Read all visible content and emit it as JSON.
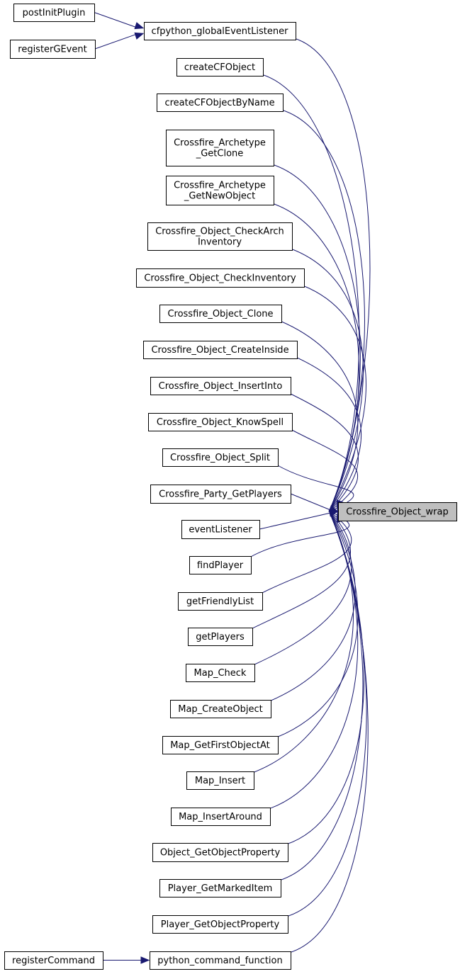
{
  "graph": {
    "edge_color": "#191970",
    "target_fill": "#bfbfbf",
    "nodes": [
      {
        "id": "target",
        "lines": [
          "Crossfire_Object_wrap"
        ],
        "kind": "target"
      },
      {
        "id": "cfpython_global",
        "lines": [
          "cfpython_globalEventListener"
        ]
      },
      {
        "id": "postInitPlugin",
        "lines": [
          "postInitPlugin"
        ]
      },
      {
        "id": "registerGEvent",
        "lines": [
          "registerGEvent"
        ]
      },
      {
        "id": "createCFObject",
        "lines": [
          "createCFObject"
        ]
      },
      {
        "id": "createCFObjectByName",
        "lines": [
          "createCFObjectByName"
        ]
      },
      {
        "id": "arch_getclone",
        "lines": [
          "Crossfire_Archetype",
          "_GetClone"
        ]
      },
      {
        "id": "arch_getnewobject",
        "lines": [
          "Crossfire_Archetype",
          "_GetNewObject"
        ]
      },
      {
        "id": "obj_checkarchinv",
        "lines": [
          "Crossfire_Object_CheckArch",
          "Inventory"
        ]
      },
      {
        "id": "obj_checkinv",
        "lines": [
          "Crossfire_Object_CheckInventory"
        ]
      },
      {
        "id": "obj_clone",
        "lines": [
          "Crossfire_Object_Clone"
        ]
      },
      {
        "id": "obj_createinside",
        "lines": [
          "Crossfire_Object_CreateInside"
        ]
      },
      {
        "id": "obj_insertinto",
        "lines": [
          "Crossfire_Object_InsertInto"
        ]
      },
      {
        "id": "obj_knowspell",
        "lines": [
          "Crossfire_Object_KnowSpell"
        ]
      },
      {
        "id": "obj_split",
        "lines": [
          "Crossfire_Object_Split"
        ]
      },
      {
        "id": "party_getplayers",
        "lines": [
          "Crossfire_Party_GetPlayers"
        ]
      },
      {
        "id": "eventListener",
        "lines": [
          "eventListener"
        ]
      },
      {
        "id": "findPlayer",
        "lines": [
          "findPlayer"
        ]
      },
      {
        "id": "getFriendlyList",
        "lines": [
          "getFriendlyList"
        ]
      },
      {
        "id": "getPlayers",
        "lines": [
          "getPlayers"
        ]
      },
      {
        "id": "map_check",
        "lines": [
          "Map_Check"
        ]
      },
      {
        "id": "map_createobject",
        "lines": [
          "Map_CreateObject"
        ]
      },
      {
        "id": "map_getfirst",
        "lines": [
          "Map_GetFirstObjectAt"
        ]
      },
      {
        "id": "map_insert",
        "lines": [
          "Map_Insert"
        ]
      },
      {
        "id": "map_insertaround",
        "lines": [
          "Map_InsertAround"
        ]
      },
      {
        "id": "object_getprop",
        "lines": [
          "Object_GetObjectProperty"
        ]
      },
      {
        "id": "player_getmarked",
        "lines": [
          "Player_GetMarkedItem"
        ]
      },
      {
        "id": "player_getprop",
        "lines": [
          "Player_GetObjectProperty"
        ]
      },
      {
        "id": "python_cmd",
        "lines": [
          "python_command_function"
        ]
      },
      {
        "id": "registerCommand",
        "lines": [
          "registerCommand"
        ]
      }
    ],
    "edges": [
      {
        "from": "postInitPlugin",
        "to": "cfpython_global"
      },
      {
        "from": "registerGEvent",
        "to": "cfpython_global"
      },
      {
        "from": "registerCommand",
        "to": "python_cmd"
      },
      {
        "from": "cfpython_global",
        "to": "target"
      },
      {
        "from": "createCFObject",
        "to": "target"
      },
      {
        "from": "createCFObjectByName",
        "to": "target"
      },
      {
        "from": "arch_getclone",
        "to": "target"
      },
      {
        "from": "arch_getnewobject",
        "to": "target"
      },
      {
        "from": "obj_checkarchinv",
        "to": "target"
      },
      {
        "from": "obj_checkinv",
        "to": "target"
      },
      {
        "from": "obj_clone",
        "to": "target"
      },
      {
        "from": "obj_createinside",
        "to": "target"
      },
      {
        "from": "obj_insertinto",
        "to": "target"
      },
      {
        "from": "obj_knowspell",
        "to": "target"
      },
      {
        "from": "obj_split",
        "to": "target"
      },
      {
        "from": "party_getplayers",
        "to": "target"
      },
      {
        "from": "eventListener",
        "to": "target"
      },
      {
        "from": "findPlayer",
        "to": "target"
      },
      {
        "from": "getFriendlyList",
        "to": "target"
      },
      {
        "from": "getPlayers",
        "to": "target"
      },
      {
        "from": "map_check",
        "to": "target"
      },
      {
        "from": "map_createobject",
        "to": "target"
      },
      {
        "from": "map_getfirst",
        "to": "target"
      },
      {
        "from": "map_insert",
        "to": "target"
      },
      {
        "from": "map_insertaround",
        "to": "target"
      },
      {
        "from": "object_getprop",
        "to": "target"
      },
      {
        "from": "player_getmarked",
        "to": "target"
      },
      {
        "from": "player_getprop",
        "to": "target"
      },
      {
        "from": "python_cmd",
        "to": "target"
      }
    ]
  }
}
